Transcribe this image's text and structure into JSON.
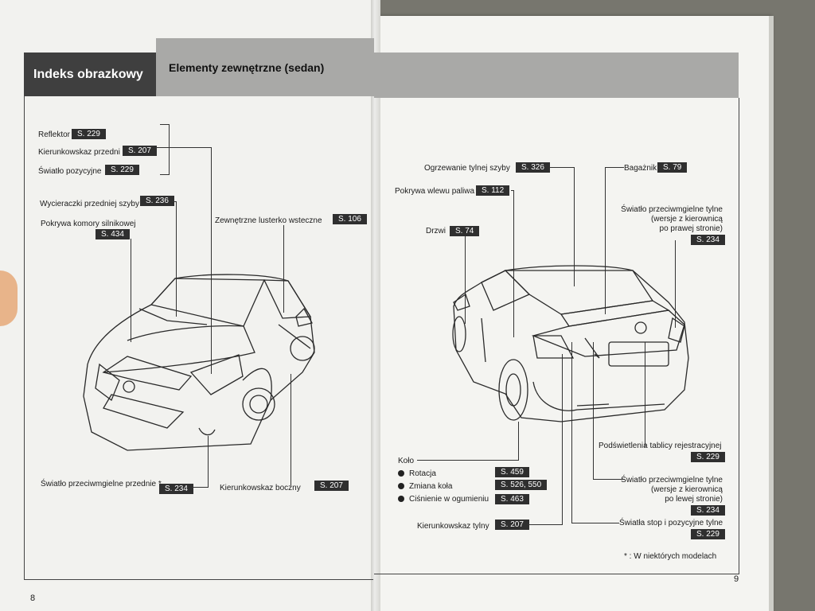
{
  "left": {
    "header_dark": "Indeks obrazkowy",
    "header_title": "Elementy zewnętrzne (sedan)",
    "labels": [
      {
        "text": "Reflektor",
        "ref": "S. 229"
      },
      {
        "text": "Kierunkowskaz przedni",
        "ref": "S. 207"
      },
      {
        "text": "Światło pozycyjne",
        "ref": "S. 229"
      },
      {
        "text": "Wycieraczki przedniej szyby",
        "ref": "S. 236"
      },
      {
        "text": "Pokrywa komory silnikowej",
        "ref": "S. 434"
      },
      {
        "text": "Zewnętrzne lusterko wsteczne",
        "ref": "S. 106"
      },
      {
        "text": "Światło przeciwmgielne przednie *",
        "ref": "S. 234"
      },
      {
        "text": "Kierunkowskaz boczny",
        "ref": "S. 207"
      }
    ],
    "page_number": "8"
  },
  "right": {
    "labels": [
      {
        "text": "Ogrzewanie tylnej szyby",
        "ref": "S. 326"
      },
      {
        "text": "Pokrywa wlewu paliwa",
        "ref": "S. 112"
      },
      {
        "text": "Drzwi",
        "ref": "S. 74"
      },
      {
        "text": "Bagażnik",
        "ref": "S. 79"
      }
    ],
    "fog_rear_right": {
      "lines": [
        "Światło przeciwmgielne tylne",
        "(wersje z kierownicą",
        "po prawej stronie)"
      ],
      "ref": "S. 234"
    },
    "plate_light": {
      "text": "Podświetlenia tablicy rejestracyjnej",
      "ref": "S. 229"
    },
    "fog_rear_left": {
      "lines": [
        "Światło przeciwmgielne tylne",
        "(wersje z kierownicą",
        "po lewej stronie)"
      ],
      "ref": "S. 234"
    },
    "stop_lights": {
      "text": "Światła stop i pozycyjne tylne",
      "ref": "S. 229"
    },
    "rear_turn": {
      "text": "Kierunkowskaz tylny",
      "ref": "S. 207"
    },
    "wheel": {
      "title": "Koło",
      "items": [
        {
          "text": "Rotacja",
          "ref": "S. 459"
        },
        {
          "text": "Zmiana koła",
          "ref": "S. 526, 550"
        },
        {
          "text": "Ciśnienie w ogumieniu",
          "ref": "S. 463"
        }
      ]
    },
    "footnote": "* : W niektórych modelach",
    "page_number": "9"
  }
}
